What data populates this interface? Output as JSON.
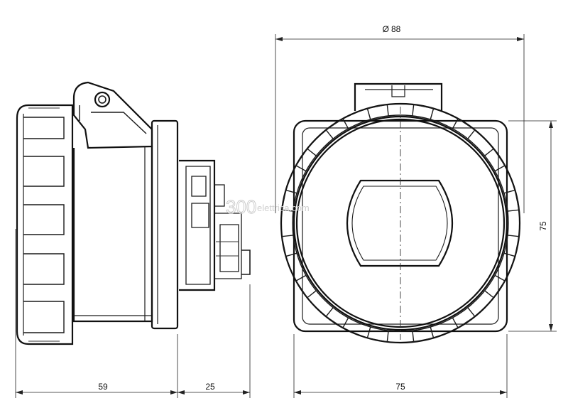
{
  "dimensions": {
    "diameter_symbol": "Ø",
    "diameter_value": "88",
    "width_side": "59",
    "depth_rear": "25",
    "width_front": "75",
    "height_front": "75"
  },
  "watermark": {
    "primary": "300",
    "secondary": "elettrica.com"
  }
}
